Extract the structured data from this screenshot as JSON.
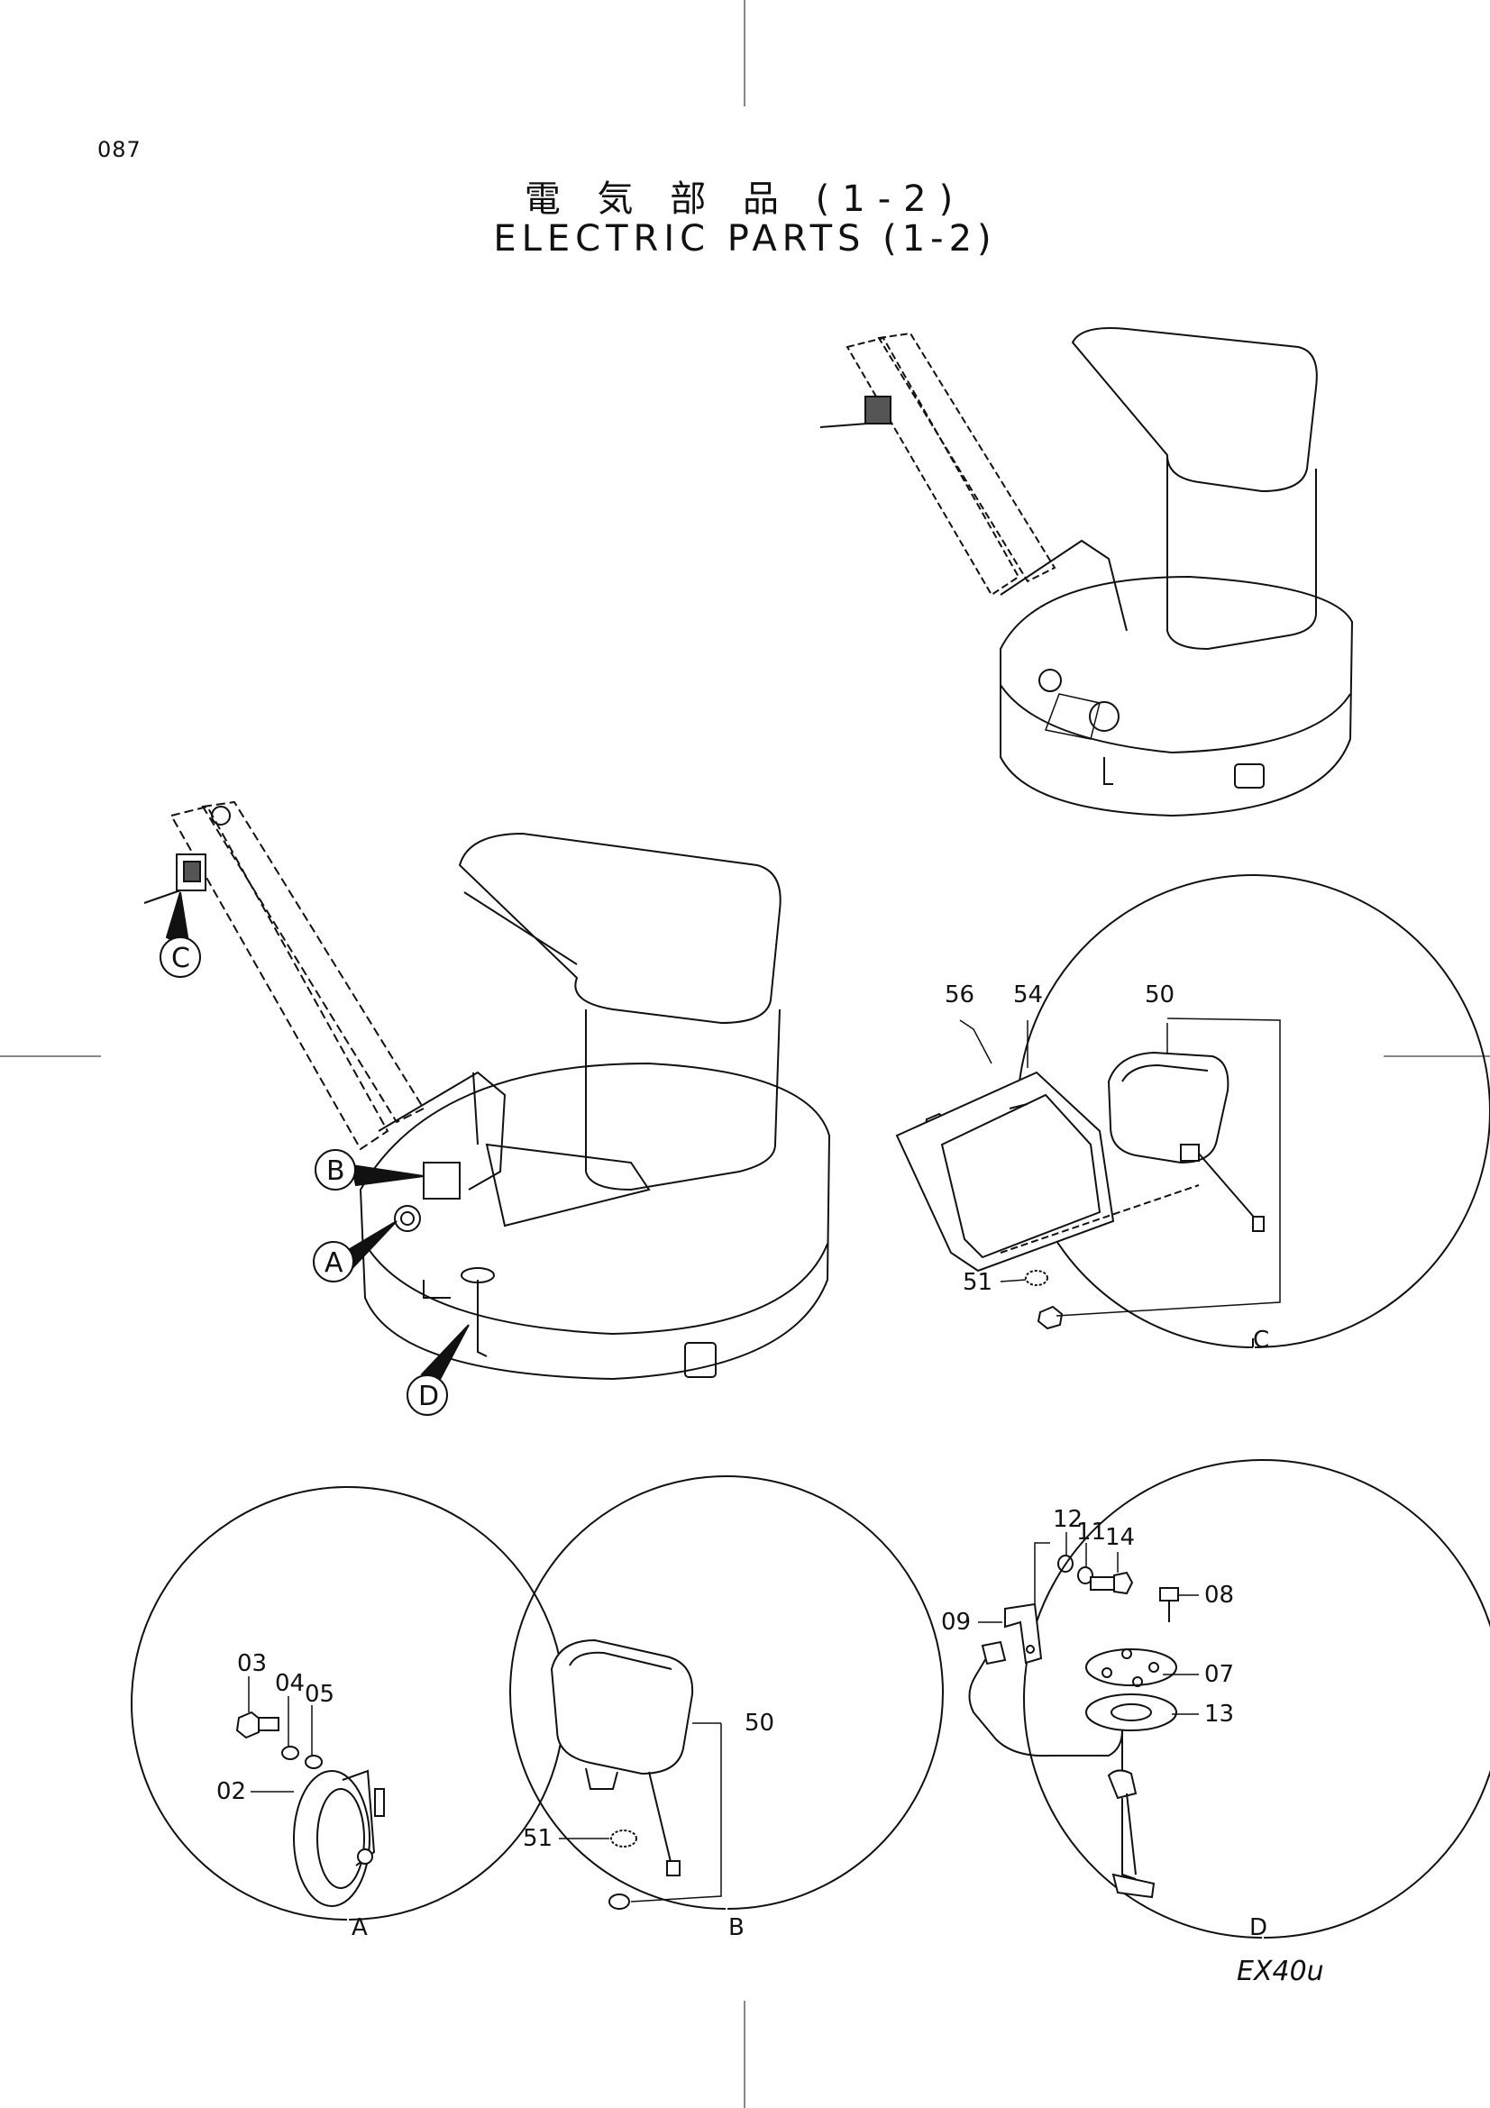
{
  "header": {
    "page_number": "087",
    "title_jp": "電 気 部 品 (1-2)",
    "title_en": "ELECTRIC PARTS (1-2)"
  },
  "footer": {
    "model": "EX40u"
  },
  "main_view": {
    "callouts": [
      "C",
      "B",
      "A",
      "D"
    ]
  },
  "detail_c": {
    "caption": "C",
    "parts": [
      "56",
      "54",
      "50",
      "51"
    ]
  },
  "detail_a": {
    "caption": "A",
    "parts": [
      "03",
      "04",
      "05",
      "02"
    ]
  },
  "detail_b": {
    "caption": "B",
    "parts": [
      "50",
      "51"
    ]
  },
  "detail_d": {
    "caption": "D",
    "parts": [
      "12",
      "11",
      "14",
      "08",
      "09",
      "07",
      "13"
    ]
  }
}
